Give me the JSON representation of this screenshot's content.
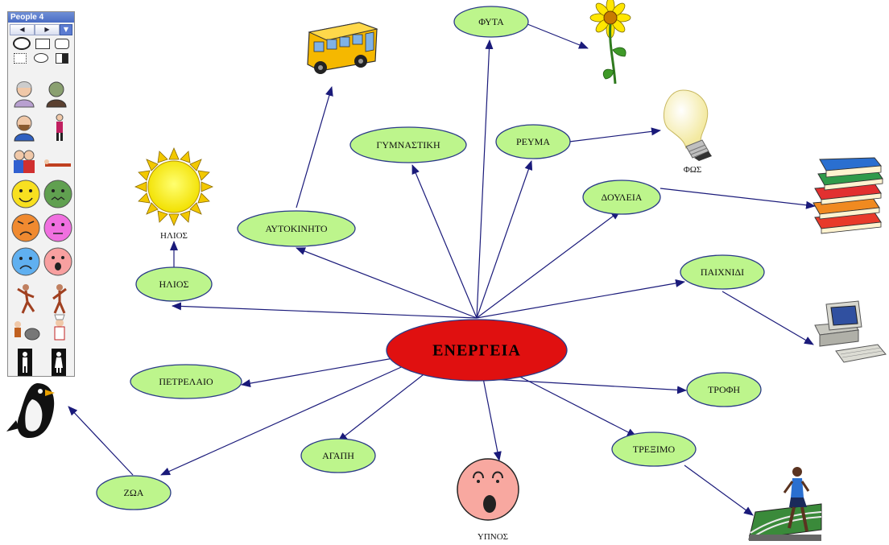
{
  "palette": {
    "title": "People 4",
    "nav_prev": "◀",
    "nav_next": "▶",
    "dropdown": "▼"
  },
  "center": {
    "label": "ΕΝΕΡΓΕΙΑ",
    "color": "#e01010"
  },
  "node_color": "#bdf58c",
  "nodes": {
    "fyta": "ΦΥΤΑ",
    "gymnastiki": "ΓΥΜΝΑΣΤΙΚΗ",
    "revma": "ΡΕΥΜΑ",
    "doyleia": "ΔΟΥΛΕΙΑ",
    "aytokinito": "ΑΥΤΟΚΙΝΗΤΟ",
    "paixnidi": "ΠΑΙΧΝΙΔΙ",
    "ilios": "ΗΛΙΟΣ",
    "petrelaio": "ΠΕΤΡΕΛΑΙΟ",
    "trofi": "ΤΡΟΦΗ",
    "agapi": "ΑΓΑΠΗ",
    "treximo": "ΤΡΕΞΙΜΟ",
    "zoa": "ΖΩΑ"
  },
  "captions": {
    "fos": "ΦΩΣ",
    "ilios": "ΗΛΙΟΣ",
    "ypnos": "ΥΠΝΟΣ"
  },
  "edge_color": "#1a1a7a"
}
